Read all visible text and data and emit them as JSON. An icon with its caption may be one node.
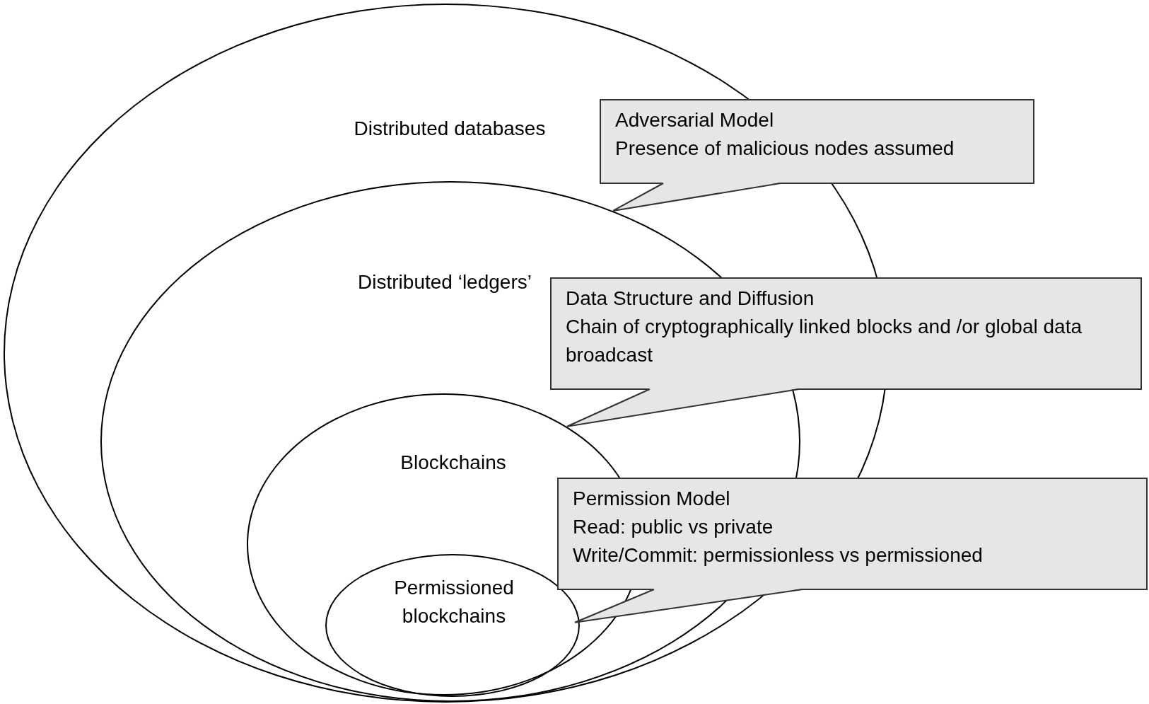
{
  "diagram": {
    "nodes": [
      {
        "text": [
          "Distributed databases"
        ]
      },
      {
        "text": [
          "Distributed ‘ledgers’"
        ],
        "in": 0
      },
      {
        "text": [
          "Blockchains"
        ],
        "in": 1
      },
      {
        "text": [
          "Permissioned blockchains"
        ],
        "in": 2
      },
      {
        "text": [
          "Adversarial Model",
          "Presence of malicious nodes assumed"
        ]
      },
      {
        "text": [
          "Data Structure and Diffusion",
          "Chain of cryptographically linked blocks and /or global data broadcast"
        ]
      },
      {
        "text": [
          "Permission Model",
          "Read: public vs private",
          "Write/Commit: permissionless vs permissioned"
        ]
      }
    ],
    "edges": [
      {
        "from": 4,
        "to": 1,
        "arrow": "none"
      },
      {
        "from": 5,
        "to": 2,
        "arrow": "none"
      },
      {
        "from": 6,
        "to": 3,
        "arrow": "none"
      }
    ]
  }
}
